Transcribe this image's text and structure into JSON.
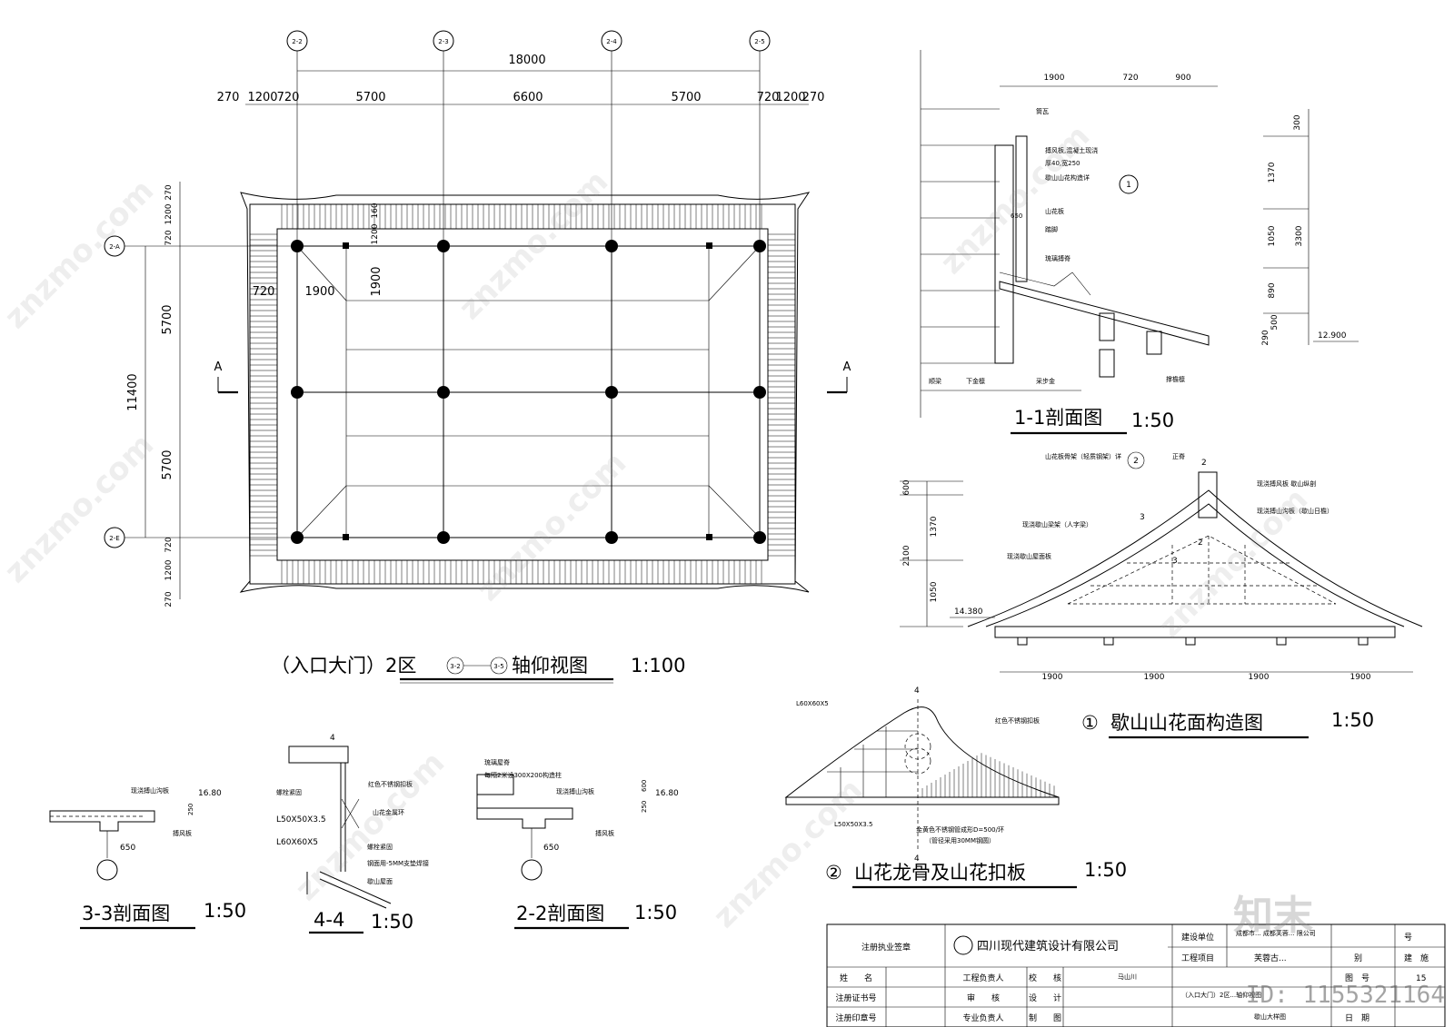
{
  "plan": {
    "axis_top": [
      "2-2",
      "2-3",
      "2-4",
      "2-5"
    ],
    "axis_left": [
      "2-A",
      "2-E"
    ],
    "total_width": "18000",
    "dims_top": [
      "270",
      "1200",
      "720",
      "5700",
      "6600",
      "5700",
      "720",
      "1200",
      "270"
    ],
    "dims_left_outer": "11400",
    "dims_left": [
      "5700",
      "5700"
    ],
    "dims_left_edge_top": [
      "270",
      "1200",
      "720"
    ],
    "dims_left_edge_bottom": [
      "720",
      "1200",
      "270"
    ],
    "inner_dims": [
      "720",
      "1900",
      "1900",
      "1200",
      "160"
    ],
    "section_mark": "A",
    "title": "（入口大门）2区",
    "title_axis_a": "3-2",
    "title_axis_b": "3-5",
    "title_suffix": "轴仰视图",
    "scale": "1:100"
  },
  "section11": {
    "dims_top": [
      "1900",
      "720",
      "900"
    ],
    "dims_right": [
      "300",
      "1370",
      "3300",
      "1050",
      "890",
      "290",
      "500"
    ],
    "elevation": "12.900",
    "labels": [
      "筒瓦",
      "搏风板,混凝土现浇",
      "厚40,宽250",
      "歇山山花构造详",
      "山花板",
      "踏脚",
      "琉璃搏脊",
      "650",
      "撑檐檩",
      "采步金",
      "顺梁",
      "下金檩"
    ],
    "callout": "1",
    "title": "1-1剖面图",
    "scale": "1:50"
  },
  "gable": {
    "dims_left": [
      "600",
      "1370",
      "2100",
      "1050"
    ],
    "elevation": "14.380",
    "dims_bottom": [
      "1900",
      "1900",
      "1900",
      "1900"
    ],
    "labels": [
      "山花板骨架（轻质钢架）详",
      "正脊",
      "现浇搏风板 歇山纵剖",
      "现浇搏山沟板（歇山日檐）",
      "现浇歇山梁架（人字梁）",
      "现浇歇山屋面板"
    ],
    "marks": [
      "2",
      "2",
      "2",
      "3",
      "3"
    ],
    "num": "①",
    "title": "歇山山花面构造图",
    "scale": "1:50"
  },
  "keel": {
    "labels": [
      "L60X60X5",
      "红色不锈钢扣板",
      "L50X50X3.5",
      "金黄色不锈钢管成形D=500/环",
      "（管径采用30MM钢圆）"
    ],
    "cut_mark": "4",
    "num": "②",
    "title": "山花龙骨及山花扣板",
    "scale": "1:50"
  },
  "sec33": {
    "labels": [
      "现浇搏山沟板",
      "搏风板"
    ],
    "elevation": "16.80",
    "dims": [
      "250",
      "650"
    ],
    "title": "3-3剖面图",
    "scale": "1:50"
  },
  "sec44": {
    "labels": [
      "螺栓紧固",
      "红色不锈钢扣板",
      "山花金属环",
      "L50X50X3.5",
      "L60X60X5",
      "螺栓紧固",
      "钢面用-5MM支垫焊接",
      "歇山屋面"
    ],
    "cut_mark": "4",
    "title": "4-4",
    "scale": "1:50"
  },
  "sec22": {
    "labels": [
      "琉璃屋脊",
      "每隔2米设300X200构造柱",
      "现浇搏山沟板",
      "搏风板"
    ],
    "elevation": "16.80",
    "dims": [
      "250",
      "600",
      "650"
    ],
    "title": "2-2剖面图",
    "scale": "1:50"
  },
  "titleblock": {
    "seal": "注册执业签章",
    "company": "四川现代建筑设计有限公司",
    "build_unit_label": "建设单位",
    "build_unit_value": "成都市... 成都芙蓉... 限公司",
    "project_label": "工程项目",
    "project_value": "芙蓉古...",
    "name_label": "姓　　名",
    "cert_label": "注册证书号",
    "stamp_label": "注册印章号",
    "resp_label": "工程负责人",
    "review_label": "审　　核",
    "spec_label": "专业负责人",
    "check_label": "校　　核",
    "check_sign": "马山川",
    "design_label": "设　　计",
    "draw_label": "制　　图",
    "drawing_name": "（入口大门）2区...轴仰视图",
    "drawing_name2": "歇山大样图",
    "no_label": "号",
    "class_label": "别",
    "class_value": "建　施",
    "sheet_label": "图　号",
    "sheet_value": "15",
    "date_label": "日　期"
  },
  "watermark": {
    "text": "znzmo.com",
    "brand": "知末",
    "id": "ID: 1155321164"
  }
}
